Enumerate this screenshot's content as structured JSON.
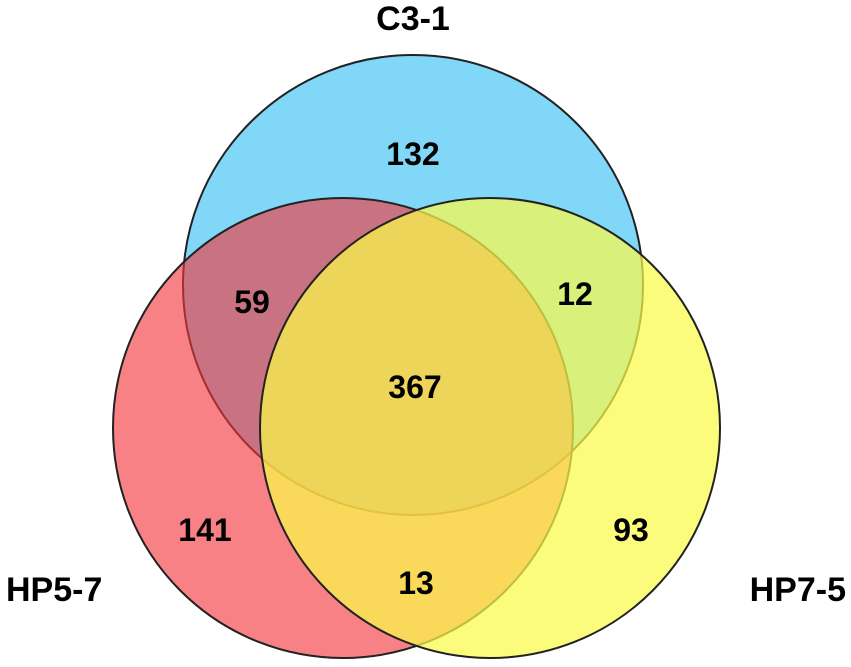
{
  "venn": {
    "sets": [
      {
        "id": "c3",
        "label": "C3-1",
        "color": "#4fc8f4"
      },
      {
        "id": "hp57",
        "label": "HP5-7",
        "color": "#f3333a"
      },
      {
        "id": "hp75",
        "label": "HP7-5",
        "color": "#fbfb4a"
      }
    ],
    "regions": {
      "c3_only": "132",
      "hp57_only": "141",
      "hp75_only": "93",
      "c3_hp57": "59",
      "c3_hp75": "12",
      "hp57_hp75": "13",
      "all": "367"
    }
  }
}
